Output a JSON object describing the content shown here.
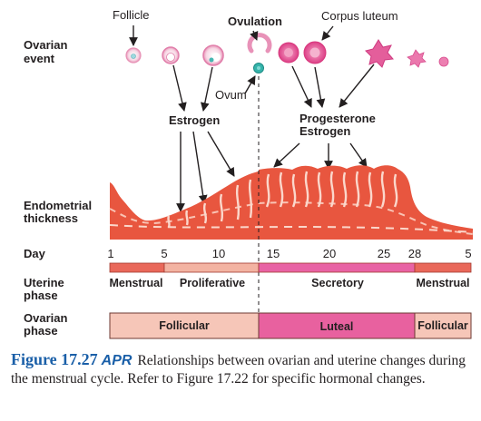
{
  "ovarian_labels": {
    "follicle": "Follicle",
    "ovulation": "Ovulation",
    "corpus_luteum": "Corpus luteum",
    "ovum": "Ovum",
    "ovarian_event": [
      "Ovarian",
      "event"
    ]
  },
  "hormones": {
    "estrogen": "Estrogen",
    "progesterone": "Progesterone",
    "estrogen2": "Estrogen"
  },
  "endometrial_label": [
    "Endometrial",
    "thickness"
  ],
  "day_axis": {
    "label": "Day",
    "ticks": [
      "1",
      "5",
      "10",
      "15",
      "20",
      "25",
      "28",
      "5"
    ]
  },
  "uterine_phase": {
    "label": [
      "Uterine",
      "phase"
    ],
    "phases": [
      "Menstrual",
      "Proliferative",
      "Secretory",
      "Menstrual"
    ]
  },
  "ovarian_phase": {
    "label": [
      "Ovarian",
      "phase"
    ],
    "phases": [
      "Follicular",
      "Luteal",
      "Follicular"
    ]
  },
  "colors": {
    "endometrium": "#e8563f",
    "menstrual_bar": "#e9685a",
    "proliferative_bar": "#f3b3a2",
    "secretory_bar": "#e863a4",
    "follicular_box": "#f6c6b8",
    "luteal_box": "#e8619f",
    "caption_blue": "#1a5fa8"
  },
  "caption": {
    "figure_number": "Figure 17.27",
    "apr_badge": "APR",
    "text": "Relationships between ovarian and uterine changes during the menstrual cycle. Refer to Figure 17.22 for specific hormonal changes."
  }
}
